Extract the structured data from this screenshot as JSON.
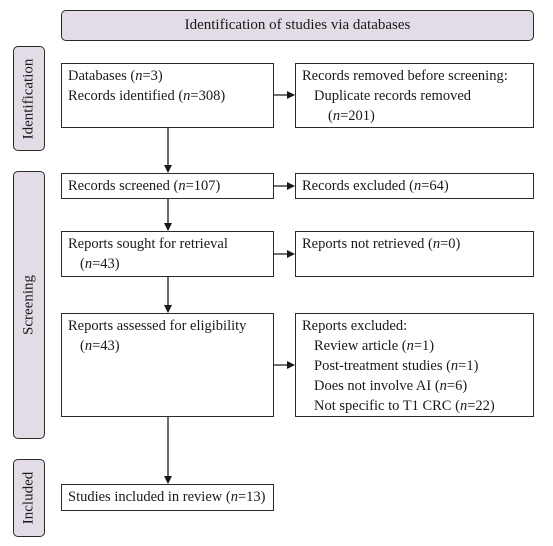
{
  "header": {
    "title": "Identification of studies via databases"
  },
  "phases": {
    "identification": "Identification",
    "screening": "Screening",
    "included": "Included"
  },
  "boxes": {
    "identified": {
      "line1": {
        "pre": "Databases (",
        "n": "n",
        "post": "=3)"
      },
      "line2": {
        "pre": "Records identified (",
        "n": "n",
        "post": "=308)"
      }
    },
    "removed": {
      "line1": "Records removed before screening:",
      "line2": "Duplicate records removed",
      "line3": {
        "pre": "(",
        "n": "n",
        "post": "=201)"
      }
    },
    "screened": {
      "pre": "Records screened (",
      "n": "n",
      "post": "=107)"
    },
    "excluded": {
      "pre": "Records excluded (",
      "n": "n",
      "post": "=64)"
    },
    "sought": {
      "line1": "Reports sought for retrieval",
      "line2": {
        "pre": "(",
        "n": "n",
        "post": "=43)"
      }
    },
    "not_retrieved": {
      "pre": "Reports not retrieved (",
      "n": "n",
      "post": "=0)"
    },
    "assessed": {
      "line1": "Reports assessed for eligibility",
      "line2": {
        "pre": "(",
        "n": "n",
        "post": "=43)"
      }
    },
    "reports_excluded": {
      "title": "Reports excluded:",
      "items": [
        {
          "pre": "Review article (",
          "n": "n",
          "post": "=1)"
        },
        {
          "pre": "Post-treatment studies (",
          "n": "n",
          "post": "=1)"
        },
        {
          "pre": "Does not involve AI (",
          "n": "n",
          "post": "=6)"
        },
        {
          "pre": "Not specific to T1 CRC (",
          "n": "n",
          "post": "=22)"
        }
      ]
    },
    "included": {
      "pre": "Studies included in review (",
      "n": "n",
      "post": "=13)"
    }
  },
  "colors": {
    "phase_fill": "#e3dbe5",
    "border": "#2a2a2a"
  }
}
